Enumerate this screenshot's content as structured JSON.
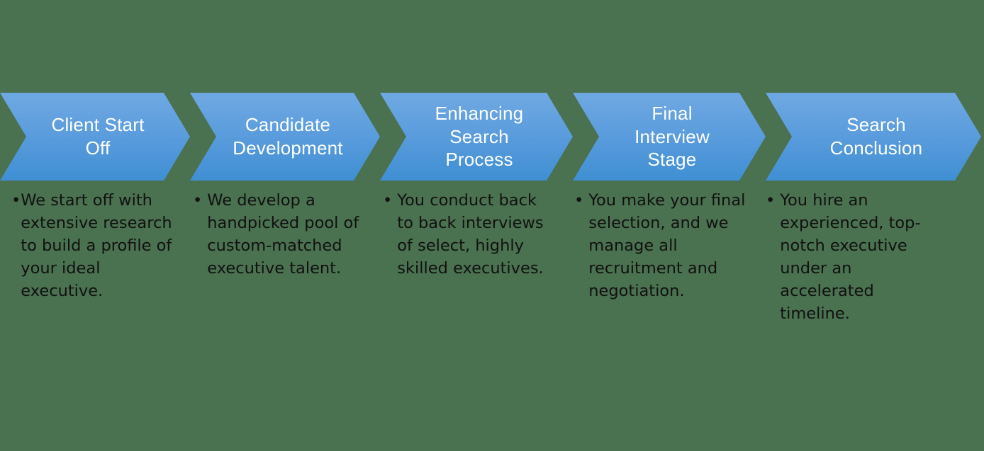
{
  "diagram": {
    "type": "chevron-process",
    "title_present": false,
    "background_color": "#4a7150",
    "chevron_fill_top": "#6fa9e2",
    "chevron_fill_bottom": "#3f8fd3",
    "chevron_label_color": "#ffffff",
    "bullet_text_color": "#111111",
    "step_count": 5
  },
  "steps": [
    {
      "index": 1,
      "label": "Client Start\nOff",
      "bullet_marker": "•",
      "bullet_text": "We start off with extensive research to build a profile of your ideal executive.",
      "bullet_spacing": "tight"
    },
    {
      "index": 2,
      "label": "Candidate\nDevelopment",
      "bullet_marker": "•",
      "bullet_text": "We develop a handpicked pool of custom-matched executive talent.",
      "bullet_spacing": "loose"
    },
    {
      "index": 3,
      "label": "Enhancing\nSearch\nProcess",
      "bullet_marker": "•",
      "bullet_text": "You conduct back to back interviews of select, highly skilled executives.",
      "bullet_spacing": "loose"
    },
    {
      "index": 4,
      "label": "Final\nInterview\nStage",
      "bullet_marker": "•",
      "bullet_text": "You make your final selection, and we manage all recruitment and negotiation.",
      "bullet_spacing": "loose"
    },
    {
      "index": 5,
      "label": "Search\nConclusion",
      "bullet_marker": "•",
      "bullet_text": "You hire an experienced, top-notch executive under an accelerated timeline.",
      "bullet_spacing": "loose"
    }
  ]
}
